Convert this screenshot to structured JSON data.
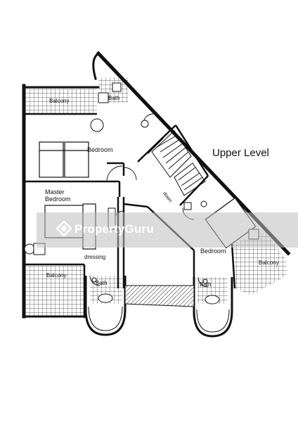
{
  "labels": {
    "upper_level": "Upper Level",
    "balcony_top": "Balcony",
    "bath_top": "Bath",
    "bedroom_top": "Bedroom",
    "master_bedroom_line1": "Master",
    "master_bedroom_line2": "Bedroom",
    "down": "down",
    "dressing": "dressing",
    "bedroom_right": "Bedroom",
    "balcony_left": "Balcony",
    "bath_bottom_left": "Bath",
    "bath_bottom_right": "Bath",
    "balcony_right": "Balcony"
  },
  "watermark": {
    "brand": "PropertyGuru",
    "logo": "propertyguru-logo-icon",
    "band_color": "#bebebe"
  },
  "colors": {
    "wall": "#111111",
    "paper": "#ffffff"
  }
}
